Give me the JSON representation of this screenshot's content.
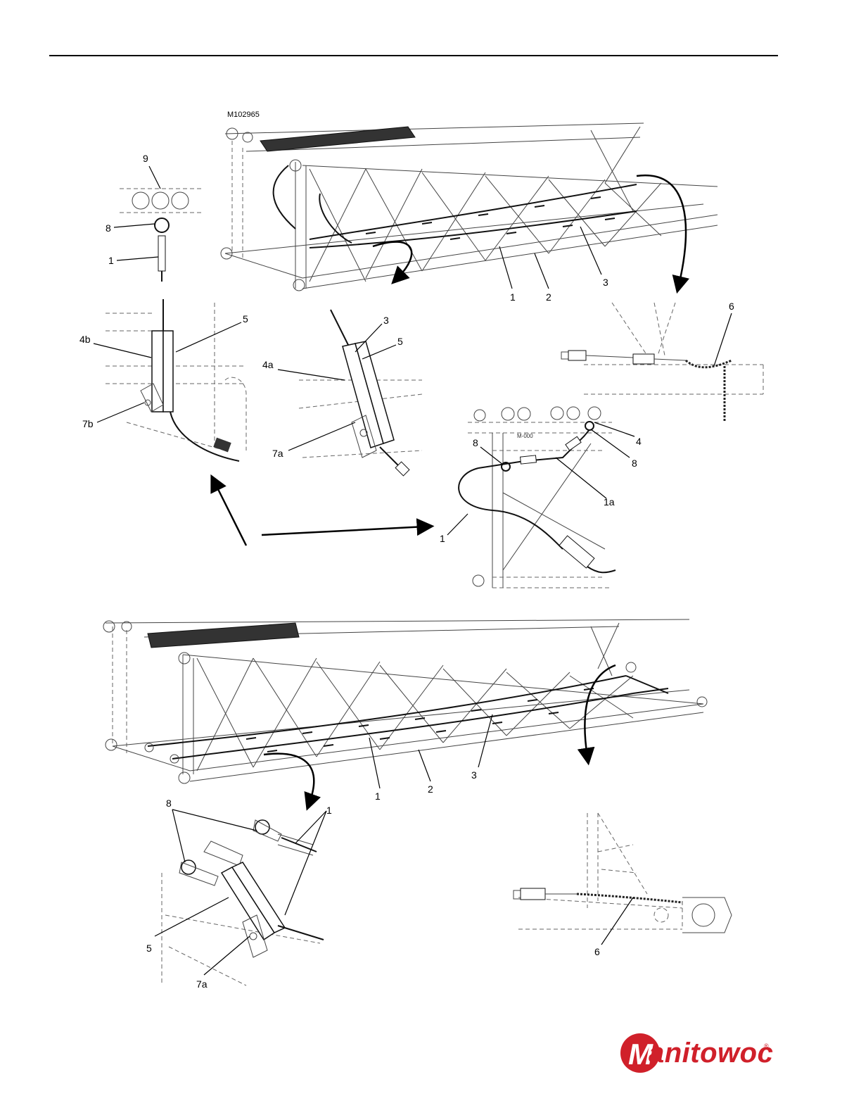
{
  "figure": {
    "id": "M102965"
  },
  "brand": {
    "name_rest": "anitowoc",
    "name_initial": "M",
    "registered": "®",
    "color": "#d0202a"
  },
  "labels": {
    "top_detail": {
      "n9": "9",
      "n8": "8",
      "n1": "1"
    },
    "top_main": {
      "n1": "1",
      "n2": "2",
      "n3": "3"
    },
    "detail_b": {
      "n4b": "4b",
      "n5": "5",
      "n7b": "7b"
    },
    "detail_a": {
      "n3": "3",
      "n5": "5",
      "n4a": "4a",
      "n7a": "7a"
    },
    "chain_top": {
      "n6": "6"
    },
    "center_detail": {
      "n8a": "8",
      "n4": "4",
      "n8b": "8",
      "n1a": "1a",
      "n1": "1"
    },
    "bottom_main": {
      "n1": "1",
      "n2": "2",
      "n3": "3"
    },
    "bottom_detail": {
      "n8": "8",
      "n1": "1",
      "n5": "5",
      "n7a": "7a"
    },
    "chain_bottom": {
      "n6": "6"
    }
  }
}
